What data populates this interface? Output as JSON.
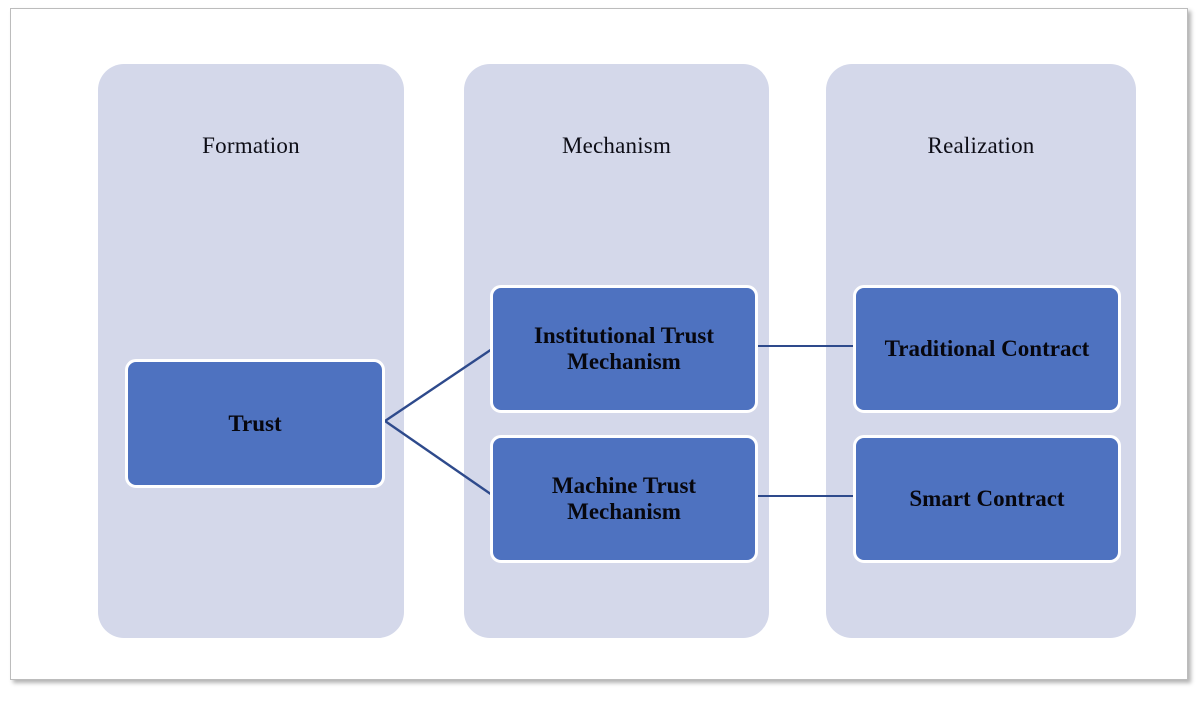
{
  "figure": {
    "kind": "three-stage-flow-diagram",
    "background_color": "#ffffff",
    "panel_color": "#d4d8ea",
    "node_color": "#4e72c0",
    "node_border_color": "#ffffff",
    "connector_color": "#2e4a8c",
    "text_color": "#0d0d16"
  },
  "stages": [
    {
      "id": "formation",
      "title": "Formation"
    },
    {
      "id": "mechanism",
      "title": "Mechanism"
    },
    {
      "id": "realization",
      "title": "Realization"
    }
  ],
  "nodes": [
    {
      "id": "trust",
      "label": "Trust",
      "stage": "formation"
    },
    {
      "id": "inst-trust",
      "label": "Institutional Trust\nMechanism",
      "stage": "mechanism"
    },
    {
      "id": "mach-trust",
      "label": "Machine Trust\nMechanism",
      "stage": "mechanism"
    },
    {
      "id": "trad-ctr",
      "label": "Traditional Contract",
      "stage": "realization"
    },
    {
      "id": "smart-ctr",
      "label": "Smart Contract",
      "stage": "realization"
    }
  ],
  "connectors": [
    {
      "from": "trust",
      "to": "inst-trust",
      "style": "fork-diagonal"
    },
    {
      "from": "trust",
      "to": "mach-trust",
      "style": "fork-diagonal"
    },
    {
      "from": "inst-trust",
      "to": "trad-ctr",
      "style": "horizontal"
    },
    {
      "from": "mach-trust",
      "to": "smart-ctr",
      "style": "horizontal"
    }
  ]
}
